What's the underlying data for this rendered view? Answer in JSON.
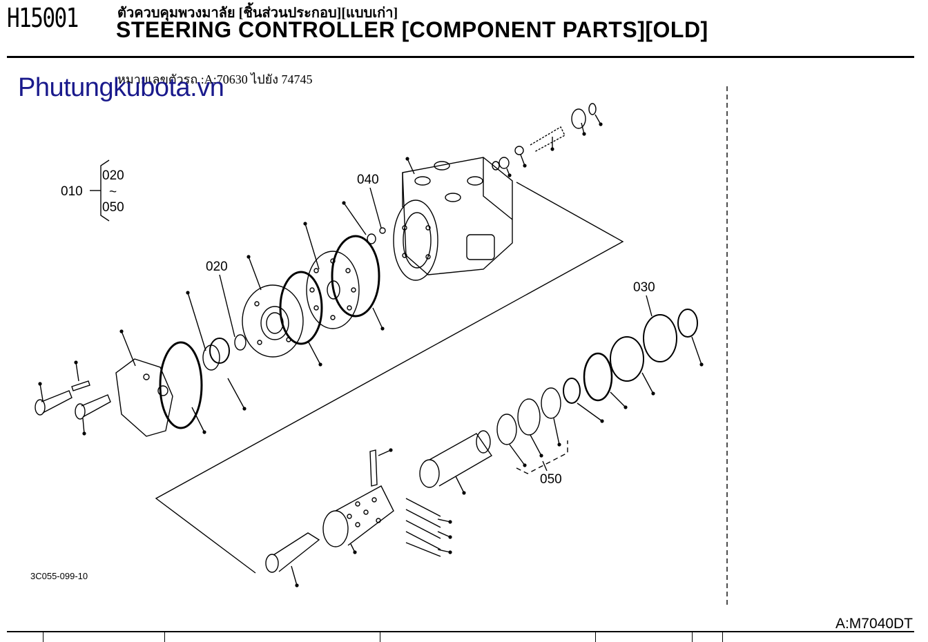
{
  "header": {
    "code": "H15001",
    "title_thai": "ตัวควบคุมพวงมาลัย [ชิ้นส่วนประกอบ][แบบเก่า]",
    "title_en": "STEERING CONTROLLER [COMPONENT PARTS][OLD]",
    "serial_note": "หมายเลขตัวรถ.:A:70630 ไปยัง 74745"
  },
  "watermark": "Phutungkubota.vn",
  "callouts": {
    "group_main": "010",
    "group_from": "020",
    "group_tilde": "~",
    "group_to": "050",
    "c040": "040",
    "c020": "020",
    "c030": "030",
    "c050": "050"
  },
  "figure_code": "3C055-099-10",
  "model": "A:M7040DT"
}
